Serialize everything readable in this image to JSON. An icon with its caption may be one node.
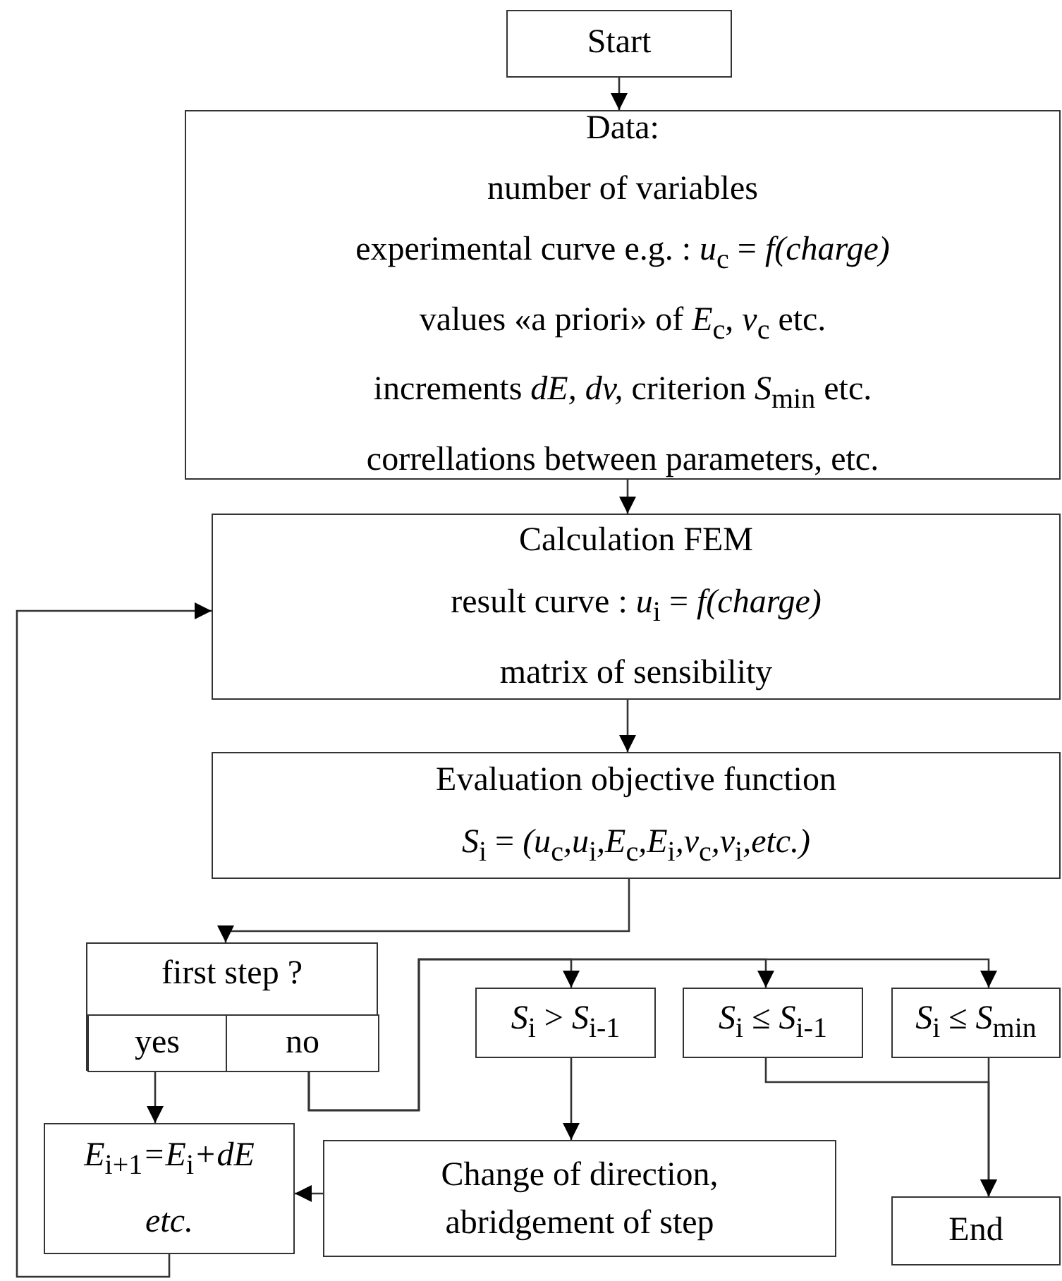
{
  "diagram": {
    "nodes": [
      {
        "text": [
          "Start"
        ]
      },
      {
        "text": [
          "Data:",
          "number of variables",
          "experimental curve e.g. : *u*$_{c}$ = *f(charge)*",
          "values «a priori» of *E*$_{c}$, *v*$_{c}$ etc.",
          "increments *dE, dv,* criterion *S*$_{min}$ etc.",
          "correllations between parameters, etc."
        ]
      },
      {
        "text": [
          "Calculation  FEM",
          "result curve  : *u*$_{i}$ = *f(charge)*",
          "matrix of sensibility"
        ]
      },
      {
        "text": [
          "Evaluation objective function",
          "*S*$_{i}$ = *(u*$_{c}$*,u*$_{i}$*,E*$_{c}$*,E*$_{i}$*,v*$_{c}$*,v*$_{i}$*,etc.)*"
        ]
      },
      {
        "text": [
          "first step ?"
        ]
      },
      {
        "text": [
          "yes"
        ],
        "in": 4
      },
      {
        "text": [
          "no"
        ],
        "in": 4
      },
      {
        "text": [
          "*S*$_{i}$ > *S*$_{i-1}$"
        ]
      },
      {
        "text": [
          "*S*$_{i}$ ≤ *S*$_{i-1}$"
        ]
      },
      {
        "text": [
          "*S*$_{i}$ ≤ *S*$_{min}$"
        ]
      },
      {
        "text": [
          "*E*$_{i+1}$*=E*$_{i}$*+dE*",
          "etc."
        ]
      },
      {
        "text": [
          "Change of direction, abridgement of step"
        ]
      },
      {
        "text": [
          "End"
        ]
      }
    ],
    "edges": [
      {
        "from": 0,
        "to": 1,
        "arrow": "to"
      },
      {
        "from": 1,
        "to": 2,
        "arrow": "to"
      },
      {
        "from": 2,
        "to": 3,
        "arrow": "to"
      },
      {
        "from": 3,
        "to": 4,
        "arrow": "to"
      },
      {
        "from": 5,
        "to": 10,
        "arrow": "to"
      },
      {
        "from": 6,
        "to": 7,
        "arrow": "to"
      },
      {
        "from": 6,
        "to": 8,
        "arrow": "to"
      },
      {
        "from": 6,
        "to": 9,
        "arrow": "to"
      },
      {
        "from": 7,
        "to": 11,
        "arrow": "to"
      },
      {
        "from": 11,
        "to": 10,
        "arrow": "to"
      },
      {
        "from": 8,
        "to": 12,
        "arrow": "to"
      },
      {
        "from": 9,
        "to": 12,
        "arrow": "to"
      },
      {
        "from": 10,
        "to": 2,
        "arrow": "to"
      }
    ]
  }
}
